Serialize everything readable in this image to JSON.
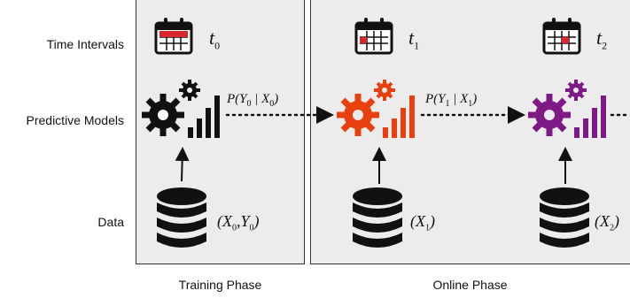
{
  "rows": {
    "time_intervals": "Time Intervals",
    "predictive_models": "Predictive Models",
    "data": "Data"
  },
  "phases": {
    "training": "Training Phase",
    "online": "Online Phase"
  },
  "time_vars": [
    {
      "base": "t",
      "sub": "0"
    },
    {
      "base": "t",
      "sub": "1"
    },
    {
      "base": "t",
      "sub": "2"
    }
  ],
  "probabilities": [
    {
      "p": "P(Y",
      "sub1": "0",
      "mid": " | X",
      "sub2": "0",
      "end": ")"
    },
    {
      "p": "P(Y",
      "sub1": "1",
      "mid": " | X",
      "sub2": "1",
      "end": ")"
    }
  ],
  "data_vars": [
    {
      "open": "(X",
      "sub1": "0",
      "mid": ",Y",
      "sub2": "0",
      "close": ")"
    },
    {
      "open": "(X",
      "sub1": "1",
      "close": ")"
    },
    {
      "open": "(X",
      "sub1": "2",
      "close": ")"
    }
  ],
  "colors": {
    "model_0": "#111111",
    "model_1": "#e8400e",
    "model_2": "#7d1a86",
    "calendar_fill": "#d9262e",
    "panel_bg": "#ececec"
  },
  "icons": {
    "calendar": "calendar-icon",
    "model": "gears-bar-chart-icon",
    "database": "database-icon"
  }
}
